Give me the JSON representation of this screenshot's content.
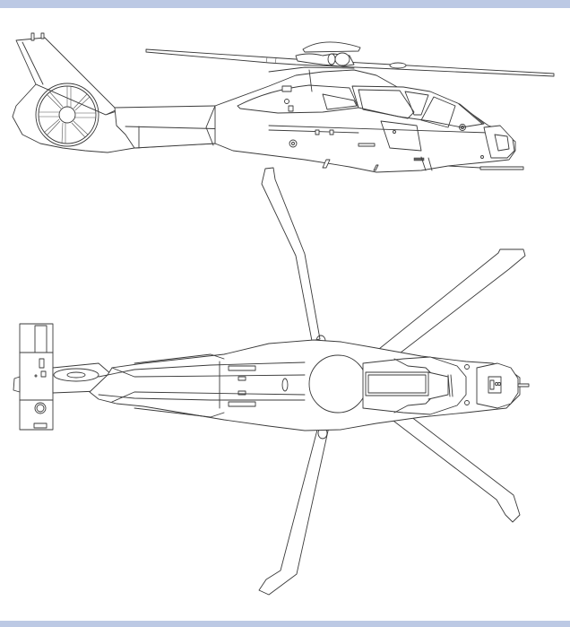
{
  "figure": {
    "subject": "Helicopter technical line drawing",
    "views": [
      {
        "id": "side-view",
        "label": "Side elevation"
      },
      {
        "id": "top-view",
        "label": "Plan view"
      }
    ]
  },
  "colors": {
    "frame_bar": "#bcc9e4",
    "line": "#3a3a3a",
    "background": "#ffffff"
  }
}
